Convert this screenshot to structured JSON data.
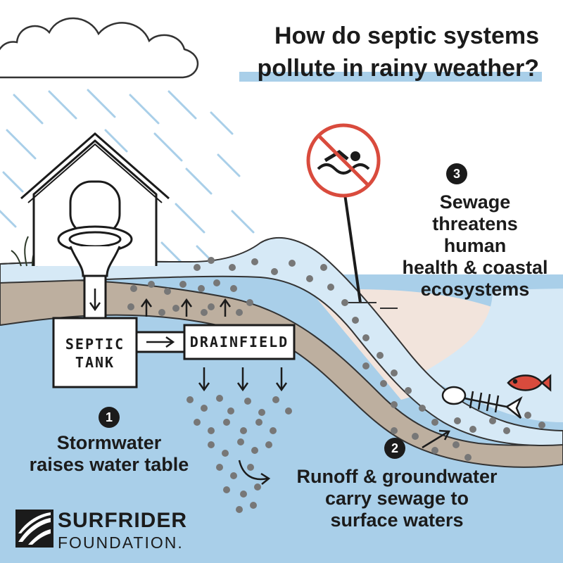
{
  "title": {
    "line1": "How do septic systems",
    "line2": "pollute in rainy weather?"
  },
  "diagram": {
    "septic_tank_line1": "SEPTIC",
    "septic_tank_line2": "TANK",
    "drainfield": "DRAINFIELD"
  },
  "steps": [
    {
      "number": "1",
      "line1": "Stormwater",
      "line2": "raises water table"
    },
    {
      "number": "2",
      "line1": "Runoff & groundwater",
      "line2": "carry sewage to",
      "line3": "surface waters"
    },
    {
      "number": "3",
      "line1": "Sewage",
      "line2": "threatens human",
      "line3": "health & coastal",
      "line4": "ecosystems"
    }
  ],
  "logo": {
    "name": "SURFRIDER",
    "subtitle": "FOUNDATION."
  },
  "icons": [
    "cloud-icon",
    "rain-icon",
    "outhouse-icon",
    "toilet-icon",
    "grass-icon",
    "no-swimming-sign-icon",
    "dead-fish-icon",
    "fish-icon",
    "arrow-icon",
    "surfrider-logo-icon"
  ],
  "colors": {
    "sky_rain": "#a9cfe9",
    "water": "#a9cfe9",
    "soil": "#bdaf9f",
    "sand": "#f2e4dc",
    "wave": "#d6e9f6",
    "sign_red": "#d94b3d",
    "ink": "#1b1b1b",
    "dots": "#777777"
  }
}
